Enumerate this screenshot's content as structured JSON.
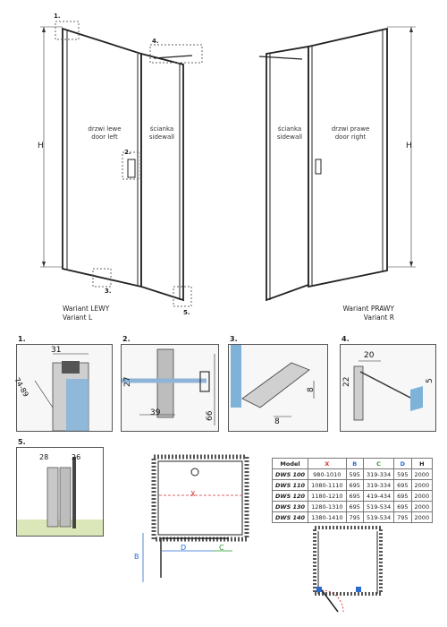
{
  "top": {
    "left": {
      "door_label_pl": "drzwi lewe",
      "door_label_en": "door left",
      "wall_label_pl": "ścianka",
      "wall_label_en": "sidewall",
      "variant_pl": "Wariant LEWY",
      "variant_en": "Variant L",
      "height_label": "H",
      "callouts": [
        "1.",
        "2.",
        "3.",
        "4.",
        "5."
      ]
    },
    "right": {
      "wall_label_pl": "ścianka",
      "wall_label_en": "sidewall",
      "door_label_pl": "drzwi prawe",
      "door_label_en": "door right",
      "variant_pl": "Wariant PRAWY",
      "variant_en": "Variant R",
      "height_label": "H"
    }
  },
  "details": [
    {
      "num": "1.",
      "dims": [
        "31",
        "74-89"
      ]
    },
    {
      "num": "2.",
      "dims": [
        "27",
        "39",
        "66"
      ]
    },
    {
      "num": "3.",
      "dims": [
        "8",
        "8"
      ]
    },
    {
      "num": "4.",
      "dims": [
        "20",
        "22",
        "5"
      ]
    },
    {
      "num": "5.",
      "dims": [
        "28",
        "26"
      ]
    }
  ],
  "plan": {
    "labels": {
      "x": "X",
      "b": "B",
      "d": "D",
      "c": "C"
    }
  },
  "spec_table": {
    "headers": [
      "Model",
      "X",
      "B",
      "C",
      "D",
      "H"
    ],
    "rows": [
      [
        "DWS 100",
        "980-1010",
        "595",
        "319-334",
        "595",
        "2000"
      ],
      [
        "DWS 110",
        "1080-1110",
        "695",
        "319-334",
        "695",
        "2000"
      ],
      [
        "DWS 120",
        "1180-1210",
        "695",
        "419-434",
        "695",
        "2000"
      ],
      [
        "DWS 130",
        "1280-1310",
        "695",
        "519-534",
        "695",
        "2000"
      ],
      [
        "DWS 140",
        "1380-1410",
        "795",
        "519-534",
        "795",
        "2000"
      ]
    ]
  },
  "colors": {
    "x": "#d32f2f",
    "b": "#2a6bd1",
    "c": "#2a9a2a",
    "d": "#2a6bd1",
    "glass": "#7fb2d9"
  }
}
